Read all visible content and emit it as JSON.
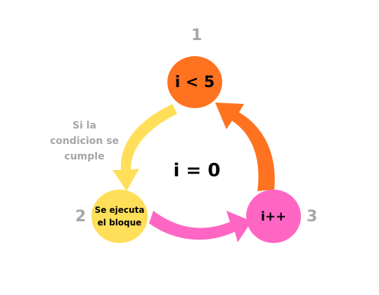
{
  "colors": {
    "condition_node": "#ff7220",
    "block_node": "#ffde59",
    "increment_node": "#ff66c4",
    "step_number": "#a6a6a6",
    "condition_note": "#a6a6a6",
    "arrow_yellow": "#ffde59",
    "arrow_pink": "#ff66c4",
    "arrow_orange": "#ff7220"
  },
  "steps": {
    "condition": {
      "number": "1",
      "label": "i < 5"
    },
    "block": {
      "number": "2",
      "label_line1": "Se ejecuta",
      "label_line2": "el bloque"
    },
    "increment": {
      "number": "3",
      "label": "i++"
    }
  },
  "center": {
    "label": "i = 0"
  },
  "condition_note": {
    "line1": "Si la",
    "line2": "condicion se",
    "line3": "cumple"
  },
  "arrows": [
    {
      "from": "condition",
      "to": "block",
      "color_key": "arrow_yellow",
      "icon": "curved-arrow-icon"
    },
    {
      "from": "block",
      "to": "increment",
      "color_key": "arrow_pink",
      "icon": "curved-arrow-icon"
    },
    {
      "from": "increment",
      "to": "condition",
      "color_key": "arrow_orange",
      "icon": "curved-arrow-icon"
    }
  ]
}
